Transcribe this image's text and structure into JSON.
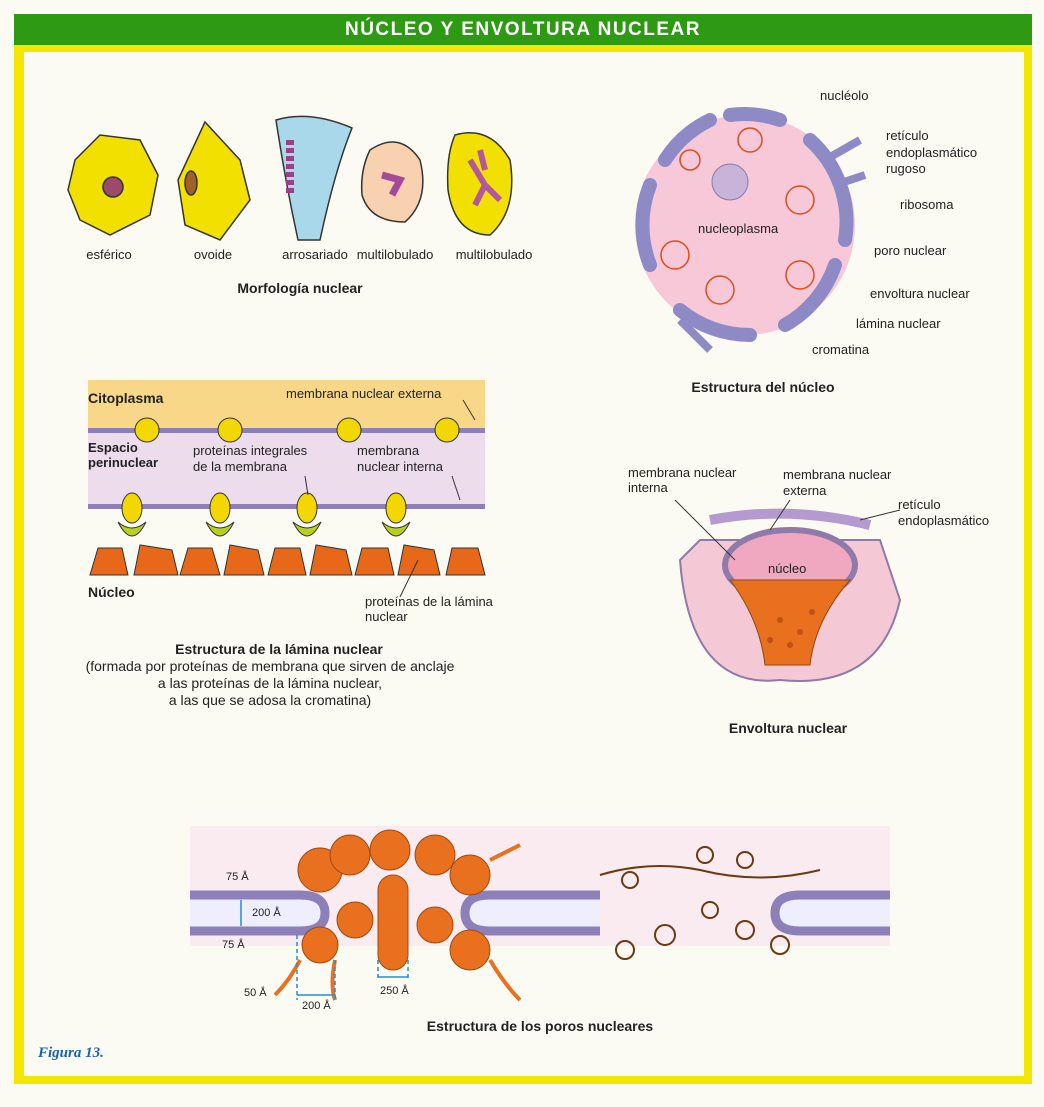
{
  "header": {
    "title": "NÚCLEO Y ENVOLTURA NUCLEAR"
  },
  "morfologia": {
    "shapes": [
      "esférico",
      "ovoide",
      "arrosariado",
      "multilobulado",
      "multilobulado"
    ],
    "title": "Morfología nuclear"
  },
  "estructura_nucleo": {
    "title": "Estructura del núcleo",
    "labels": {
      "nucleolo": "nucléolo",
      "reticulo_1": "retículo",
      "reticulo_2": "endoplasmático",
      "reticulo_3": "rugoso",
      "ribosoma": "ribosoma",
      "nucleoplasma": "nucleoplasma",
      "poro": "poro nuclear",
      "envoltura": "envoltura nuclear",
      "lamina": "lámina nuclear",
      "cromatina": "cromatina"
    }
  },
  "lamina": {
    "title": "Estructura de la lámina nuclear",
    "subtitle": [
      "(formada por proteínas de membrana que sirven de anclaje",
      "a las proteínas de la lámina nuclear,",
      "a las que se adosa la cromatina)"
    ],
    "labels": {
      "citoplasma": "Citoplasma",
      "membrana_externa": "membrana nuclear externa",
      "espacio_1": "Espacio",
      "espacio_2": "perinuclear",
      "integrales_1": "proteínas integrales",
      "integrales_2": "de la membrana",
      "interna_1": "membrana",
      "interna_2": "nuclear interna",
      "nucleo": "Núcleo",
      "proteinas_1": "proteínas de la lámina",
      "proteinas_2": "nuclear"
    }
  },
  "envoltura": {
    "title": "Envoltura nuclear",
    "labels": {
      "interna_1": "membrana nuclear",
      "interna_2": "interna",
      "externa_1": "membrana nuclear",
      "externa_2": "externa",
      "reticulo_1": "retículo",
      "reticulo_2": "endoplasmático",
      "nucleo": "núcleo"
    }
  },
  "poros": {
    "title": "Estructura de los poros nucleares",
    "dims": {
      "top": "75 Å",
      "gap": "200 Å",
      "bottom": "75 Å",
      "fiber": "50 Å",
      "granule": "200 Å",
      "center": "250 Å"
    }
  },
  "figure": {
    "label": "Figura 13."
  },
  "colors": {
    "green": "#2e9a14",
    "yellow": "#f4e600",
    "membrane": "#9a8ccc",
    "orange": "#e8701e"
  }
}
